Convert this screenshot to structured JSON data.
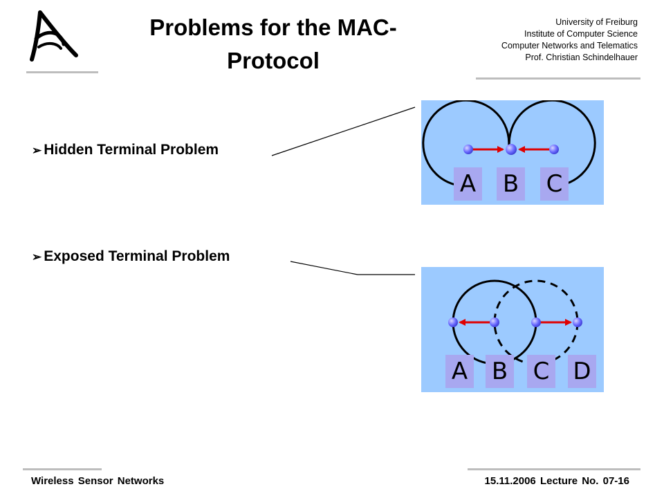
{
  "header": {
    "title_line1": "Problems for the MAC-",
    "title_line2": "Protocol",
    "institute": [
      "University of Freiburg",
      "Institute of Computer Science",
      "Computer Networks and Telematics",
      "Prof. Christian Schindelhauer"
    ]
  },
  "bullets": {
    "arrow": "➢",
    "hidden": "Hidden Terminal Problem",
    "exposed": "Exposed Terminal Problem"
  },
  "hidden_diagram": {
    "nodes": [
      "A",
      "B",
      "C"
    ]
  },
  "exposed_diagram": {
    "nodes": [
      "A",
      "B",
      "C",
      "D"
    ]
  },
  "colors": {
    "panel": "#9ccaff",
    "label_box": "#a8a8f0",
    "arrow": "#e00000",
    "node": "#6a6aff"
  },
  "footer": {
    "left": "Wireless Sensor Networks",
    "right": "15.11.2006 Lecture No. 07-16"
  }
}
